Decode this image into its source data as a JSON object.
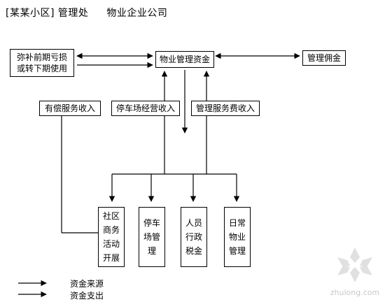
{
  "title": {
    "left": "[某某小区] 管理处",
    "right": "物业企业公司"
  },
  "boxes": {
    "offset_loss": [
      "弥补前期亏损",
      "或转下期使用"
    ],
    "mgmt_funds": "物业管理资金",
    "mgmt_commission": "管理佣金",
    "paid_service_income": "有偿服务收入",
    "parking_income": "停车场经营收入",
    "mgmt_fee_income": "管理服务费收入",
    "community_activities": "社区商务活动开展",
    "parking_mgmt": "停车场管理",
    "staff_admin_tax": "人员行政税金",
    "daily_mgmt": "日常物业管理"
  },
  "legend": {
    "source": "资金来源",
    "expense": "资金支出"
  },
  "watermark": {
    "text": "zhulong.com"
  }
}
